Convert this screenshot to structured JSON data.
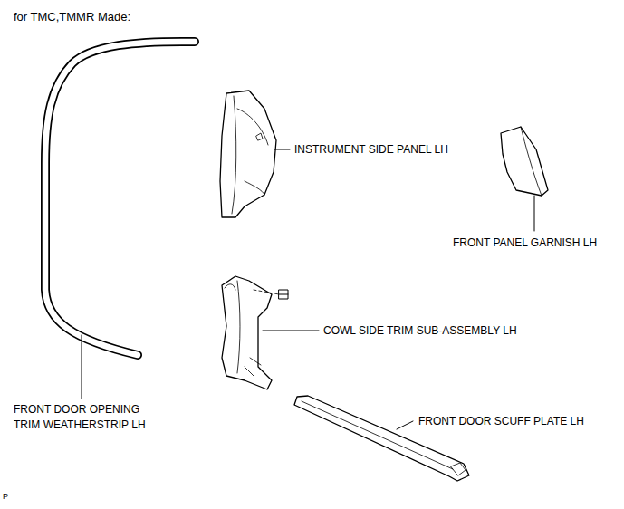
{
  "diagram": {
    "title": "for TMC,TMMR Made:",
    "labels": [
      "INSTRUMENT SIDE PANEL LH",
      "FRONT PANEL GARNISH LH",
      "COWL SIDE TRIM SUB-ASSEMBLY LH",
      "FRONT DOOR OPENING TRIM WEATHERSTRIP LH",
      "FRONT DOOR SCUFF PLATE LH",
      "P"
    ]
  }
}
